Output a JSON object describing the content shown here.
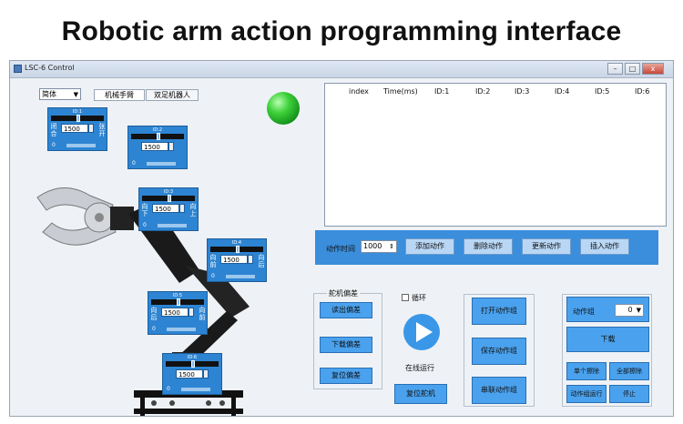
{
  "banner": "Robotic arm action programming interface",
  "window": {
    "title": "LSC-6 Control",
    "controls": {
      "min": "–",
      "max": "□",
      "close": "x"
    }
  },
  "left": {
    "mode_select": "简体",
    "tabs": [
      "机械手臂",
      "双足机器人"
    ],
    "status_light_color": "#2fc42c",
    "servos": [
      {
        "id": "ID:1",
        "value": "1500",
        "left_text": "闭合",
        "right_text": "张开",
        "zero": "0"
      },
      {
        "id": "ID:2",
        "value": "1500",
        "left_text": "",
        "right_text": "",
        "zero": "0"
      },
      {
        "id": "ID:3",
        "value": "1500",
        "left_text": "向下",
        "right_text": "向上",
        "zero": "0"
      },
      {
        "id": "ID:4",
        "value": "1500",
        "left_text": "向前",
        "right_text": "向后",
        "zero": "0"
      },
      {
        "id": "ID:5",
        "value": "1500",
        "left_text": "向后",
        "right_text": "向前",
        "zero": "0"
      },
      {
        "id": "ID:6",
        "value": "1500",
        "left_text": "",
        "right_text": "",
        "zero": "0"
      }
    ]
  },
  "table": {
    "columns": [
      "index",
      "Time(ms)",
      "ID:1",
      "ID:2",
      "ID:3",
      "ID:4",
      "ID:5",
      "ID:6"
    ]
  },
  "action_bar": {
    "time_label": "动作时间",
    "time_value": "1000",
    "buttons": [
      "添加动作",
      "删除动作",
      "更新动作",
      "插入动作"
    ]
  },
  "offset": {
    "title": "舵机偏差",
    "buttons": [
      "读出偏差",
      "下载偏差",
      "复位偏差"
    ]
  },
  "run": {
    "loop_label": "循环",
    "online_label": "在线运行",
    "reset_button": "复位舵机"
  },
  "group_ops": {
    "buttons": [
      "打开动作组",
      "保存动作组",
      "串联动作组"
    ]
  },
  "download": {
    "group_label": "动作组",
    "group_value": "0",
    "download_button": "下载",
    "buttons": [
      "单个擦除",
      "全部擦除",
      "动作组运行",
      "停止"
    ]
  }
}
